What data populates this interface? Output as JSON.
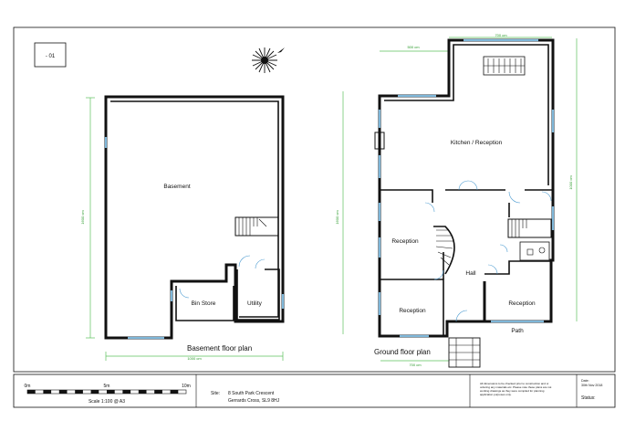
{
  "sheet_ref": "- 01",
  "basement": {
    "caption": "Basement floor plan",
    "rooms": {
      "basement": "Basement",
      "bin_store": "Bin Store",
      "utility": "Utility"
    },
    "dims": {
      "width": "1000 cm",
      "height": "1600 cm"
    }
  },
  "ground": {
    "caption": "Ground floor plan",
    "rooms": {
      "kitchen": "Kitchen / Reception",
      "reception_left": "Reception",
      "hall": "Hall",
      "reception_bottom_left": "Reception",
      "reception_bottom_right": "Reception",
      "path": "Path"
    },
    "dims": {
      "top_left": "500 cm",
      "top_right": "700 cm",
      "left": "1600 cm",
      "right": "1000 cm",
      "bottom": "700 cm"
    }
  },
  "scale_bar": {
    "ticks": [
      "0m",
      "5m",
      "10m"
    ],
    "caption": "Scale 1:100 @ A3"
  },
  "site": {
    "label": "Site:",
    "line1": "8 South Park Crescent",
    "line2": "Gerrards Cross, SL9 8HJ"
  },
  "notes": {
    "line1": "All dimensions to be checked prior to construction and or",
    "line2": "ordering any materials etc. Please note these plans are not",
    "line3": "working drawings as they were compiled for planning",
    "line4": "application purposes only."
  },
  "date": {
    "label": "Date:",
    "value": "30th Nov 2018"
  },
  "status": {
    "label": "Status:"
  }
}
